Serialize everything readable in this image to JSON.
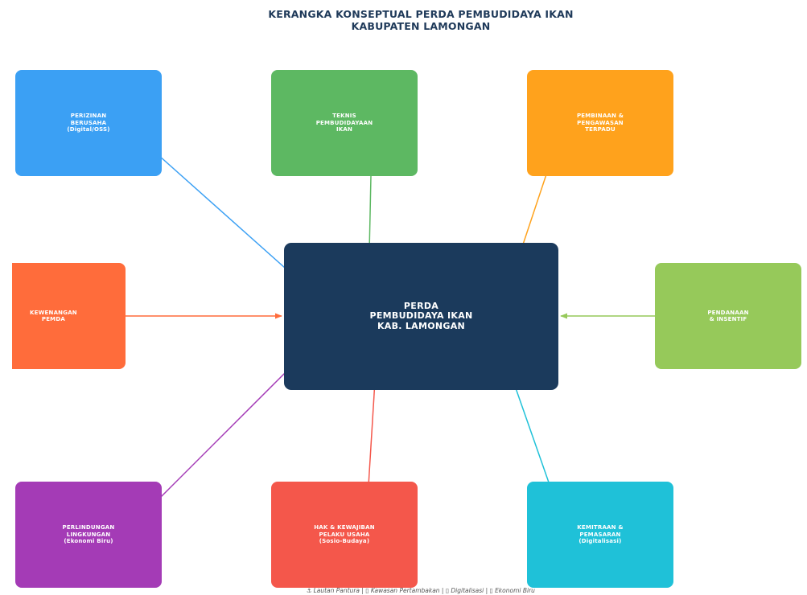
{
  "title": "KERANGKA KONSEPTUAL PERDA PEMBUDIDAYA IKAN\nKABUPATEN LAMONGAN",
  "center": {
    "label": "PERDA\nPEMBUDIDAYA IKAN\nKAB. LAMONGAN",
    "color": "#1b3a5c"
  },
  "nodes": [
    {
      "id": "perizinan",
      "label": "PERIZINAN\nBERUSAHA\n(Digital/OSS)",
      "color": "#3ba0f4"
    },
    {
      "id": "teknis",
      "label": "TEKNIS\nPEMBUDIDAYAAN\nIKAN",
      "color": "#5db862"
    },
    {
      "id": "pembinaan",
      "label": "PEMBINAAN &\nPENGAWASAN\nTERPADU",
      "color": "#ffa21c"
    },
    {
      "id": "kewenangan",
      "label": "KEWENANGAN\nPEMDA",
      "color": "#ff6c3b"
    },
    {
      "id": "pendanaan",
      "label": "PENDANAAN\n& INSENTIF",
      "color": "#96c95a"
    },
    {
      "id": "perlindungan",
      "label": "PERLINDUNGAN\nLINGKUNGAN\n(Ekonomi Biru)",
      "color": "#a43bb6"
    },
    {
      "id": "hak",
      "label": "HAK & KEWAJIBAN\nPELAKU USAHA\n(Sosio-Budaya)",
      "color": "#f4574b"
    },
    {
      "id": "kemitraan",
      "label": "KEMITRAAN &\nPEMASARAN\n(Digitalisasi)",
      "color": "#1fc1d8"
    }
  ],
  "footer": "⚓ Lautan Pantura  |  ▯ Kawasan Pertambakan  |  ▯ Digitalisasi  |  ▯ Ekonomi Biru"
}
